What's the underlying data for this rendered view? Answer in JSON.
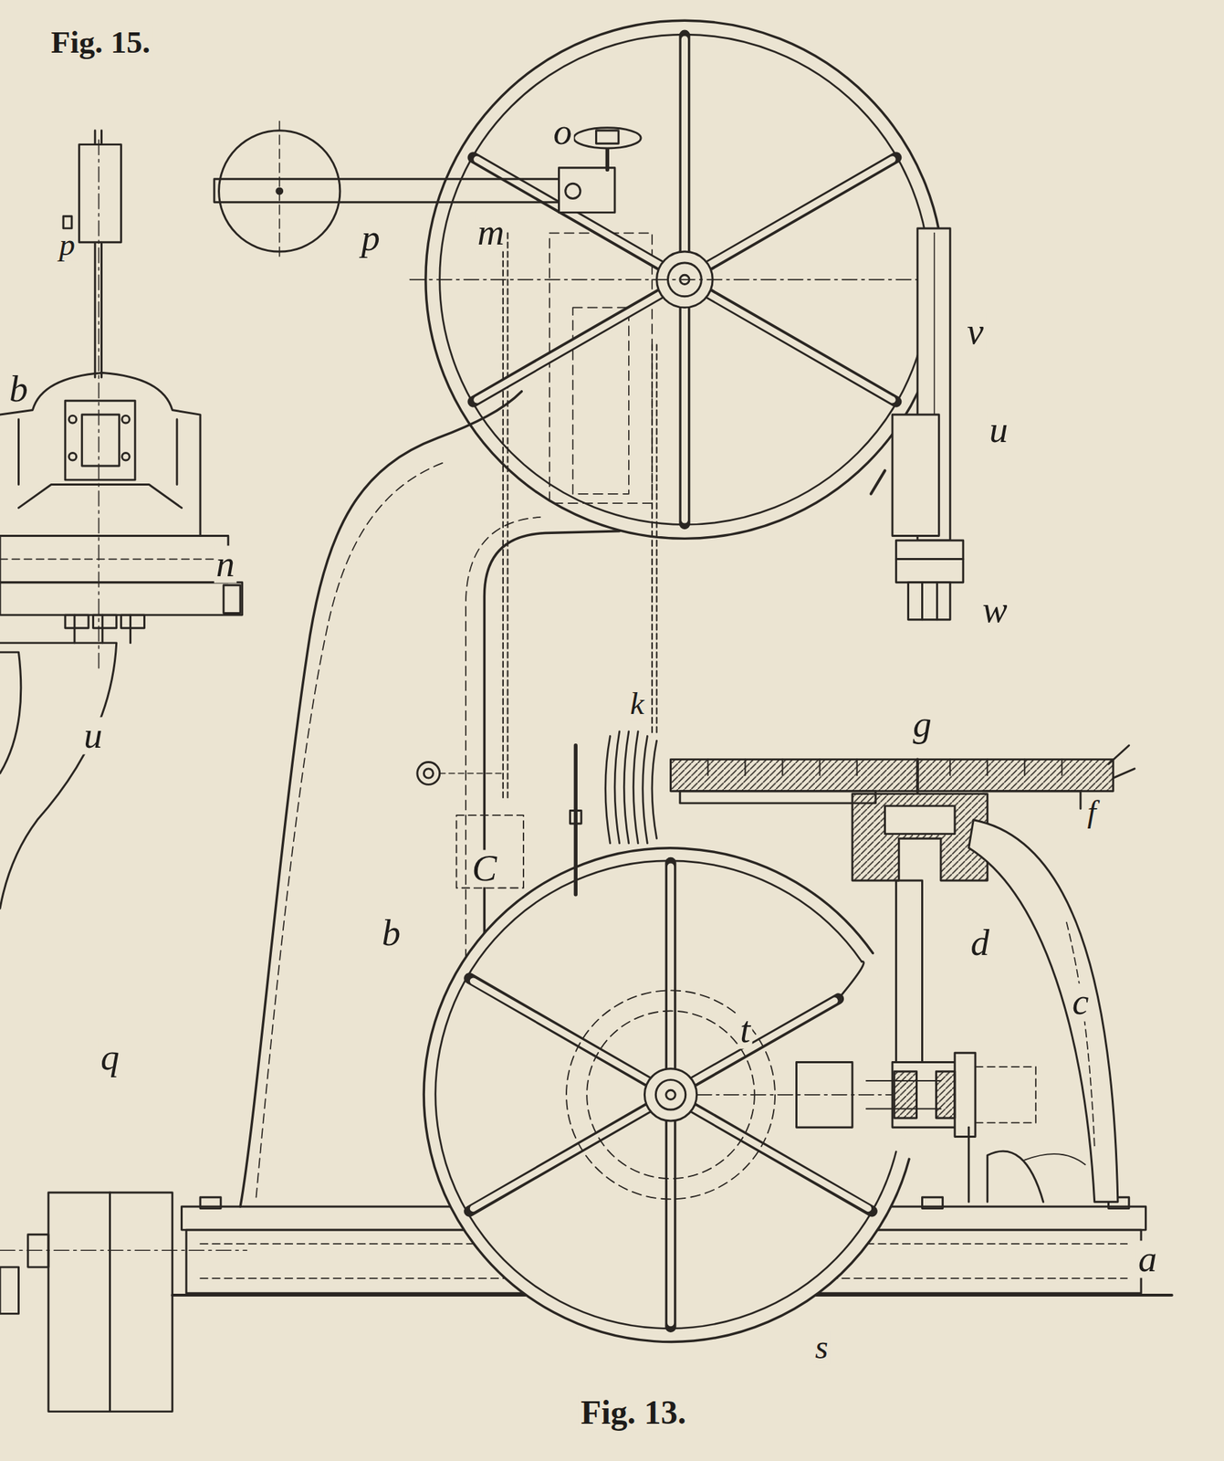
{
  "diagram": {
    "caption": "Fig. 13.",
    "labels": [
      "Fig. 15.",
      "p",
      "b",
      "n",
      "u",
      "q",
      "o",
      "p",
      "m",
      "v",
      "u",
      "w",
      "g",
      "f",
      "k",
      "C",
      "b",
      "d",
      "c",
      "t",
      "a",
      "s"
    ]
  }
}
